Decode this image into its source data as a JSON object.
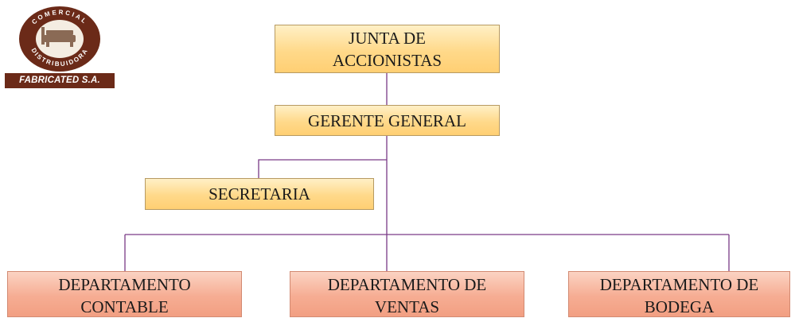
{
  "logo": {
    "name": "FABRICATED S.A.",
    "arc_top": "COMERCIAL",
    "arc_bottom": "DISTRIBUIDORA"
  },
  "colors": {
    "connector": "#7a3a86",
    "gold_box": "#ffd98a",
    "salmon_box": "#f6ad93",
    "logo_brown": "#6b2a18"
  },
  "nodes": {
    "junta": "JUNTA DE\nACCIONISTAS",
    "gerente": "GERENTE GENERAL",
    "secretaria": "SECRETARIA",
    "contable": "DEPARTAMENTO\nCONTABLE",
    "ventas": "DEPARTAMENTO DE\nVENTAS",
    "bodega": "DEPARTAMENTO DE\nBODEGA"
  }
}
